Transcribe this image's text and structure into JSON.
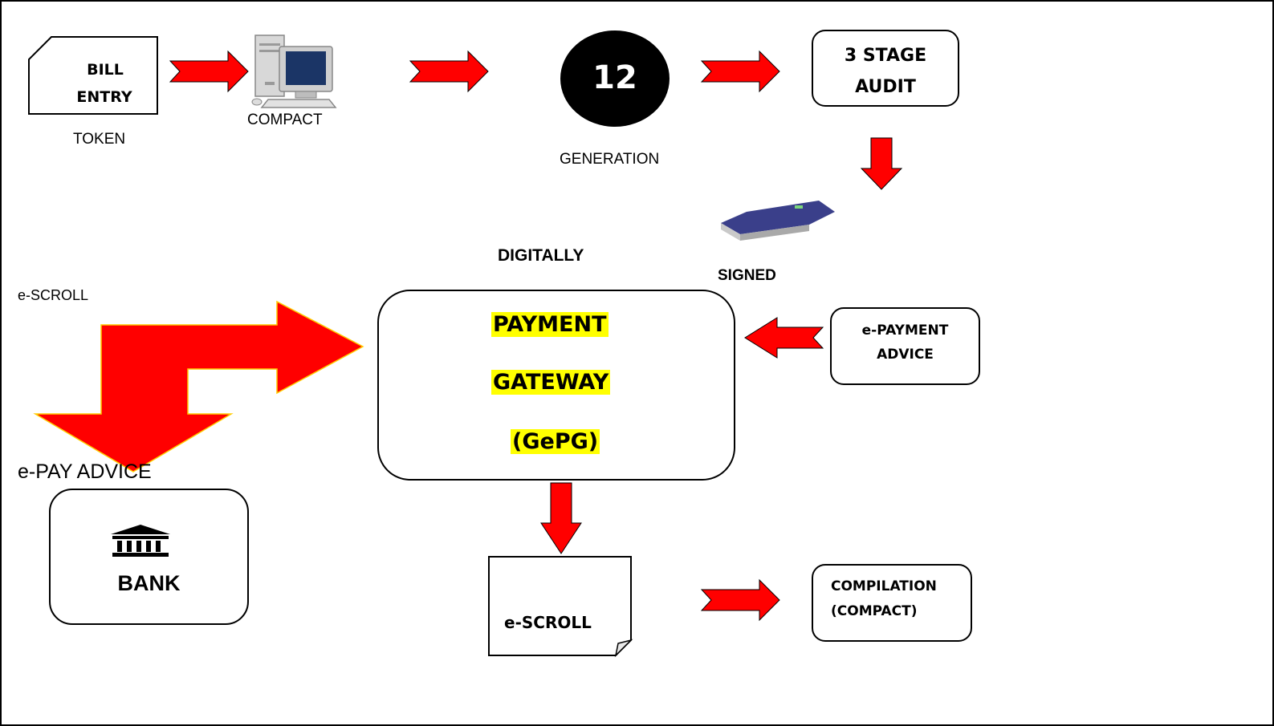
{
  "colors": {
    "arrow_fill": "#ff0000",
    "arrow_stroke": "#000000",
    "big_arrow_stroke": "#ffcc00",
    "highlight": "#ffff00",
    "border": "#000000",
    "generation_circle": "#000000"
  },
  "nodes": {
    "token": {
      "line1": "BILL",
      "line2": "ENTRY",
      "caption": "TOKEN"
    },
    "compact": {
      "caption": "COMPACT"
    },
    "generation": {
      "number": "12",
      "caption": "GENERATION"
    },
    "audit": {
      "line1": "3 STAGE",
      "line2": "AUDIT"
    },
    "signed": {
      "caption": "SIGNED"
    },
    "digitally": {
      "label": "DIGITALLY"
    },
    "gateway": {
      "line1": "PAYMENT",
      "line2": "GATEWAY",
      "line3": "(GePG)"
    },
    "epayment_advice": {
      "line1": "e-PAYMENT",
      "line2": "ADVICE"
    },
    "escroll_left": {
      "label": "e-SCROLL"
    },
    "epay_advice": {
      "label": "e-PAY ADVICE"
    },
    "bank": {
      "label": "BANK",
      "icon": "bank-icon"
    },
    "escroll_doc": {
      "label": "e-SCROLL"
    },
    "compilation": {
      "line1": "COMPILATION",
      "line2": "(COMPACT)"
    }
  }
}
